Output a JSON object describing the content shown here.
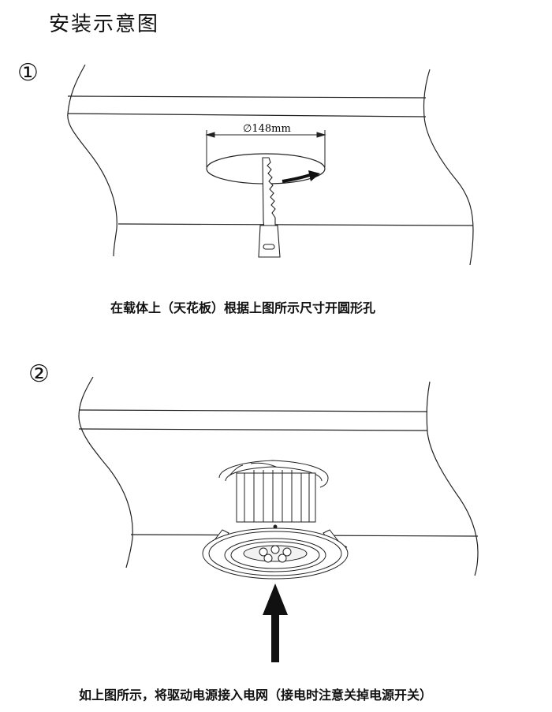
{
  "title": "安装示意图",
  "step1": {
    "number": "①",
    "dimension": "∅148mm",
    "caption": "在载体上（天花板）根据上图所示尺寸开圆形孔"
  },
  "step2": {
    "number": "②",
    "caption": "如上图所示，将驱动电源接入电网（接电时注意关掉电源开关）"
  },
  "icons": {
    "saw": "saw-blade-icon",
    "rotation": "rotation-arrow-icon",
    "up": "up-arrow-icon"
  }
}
